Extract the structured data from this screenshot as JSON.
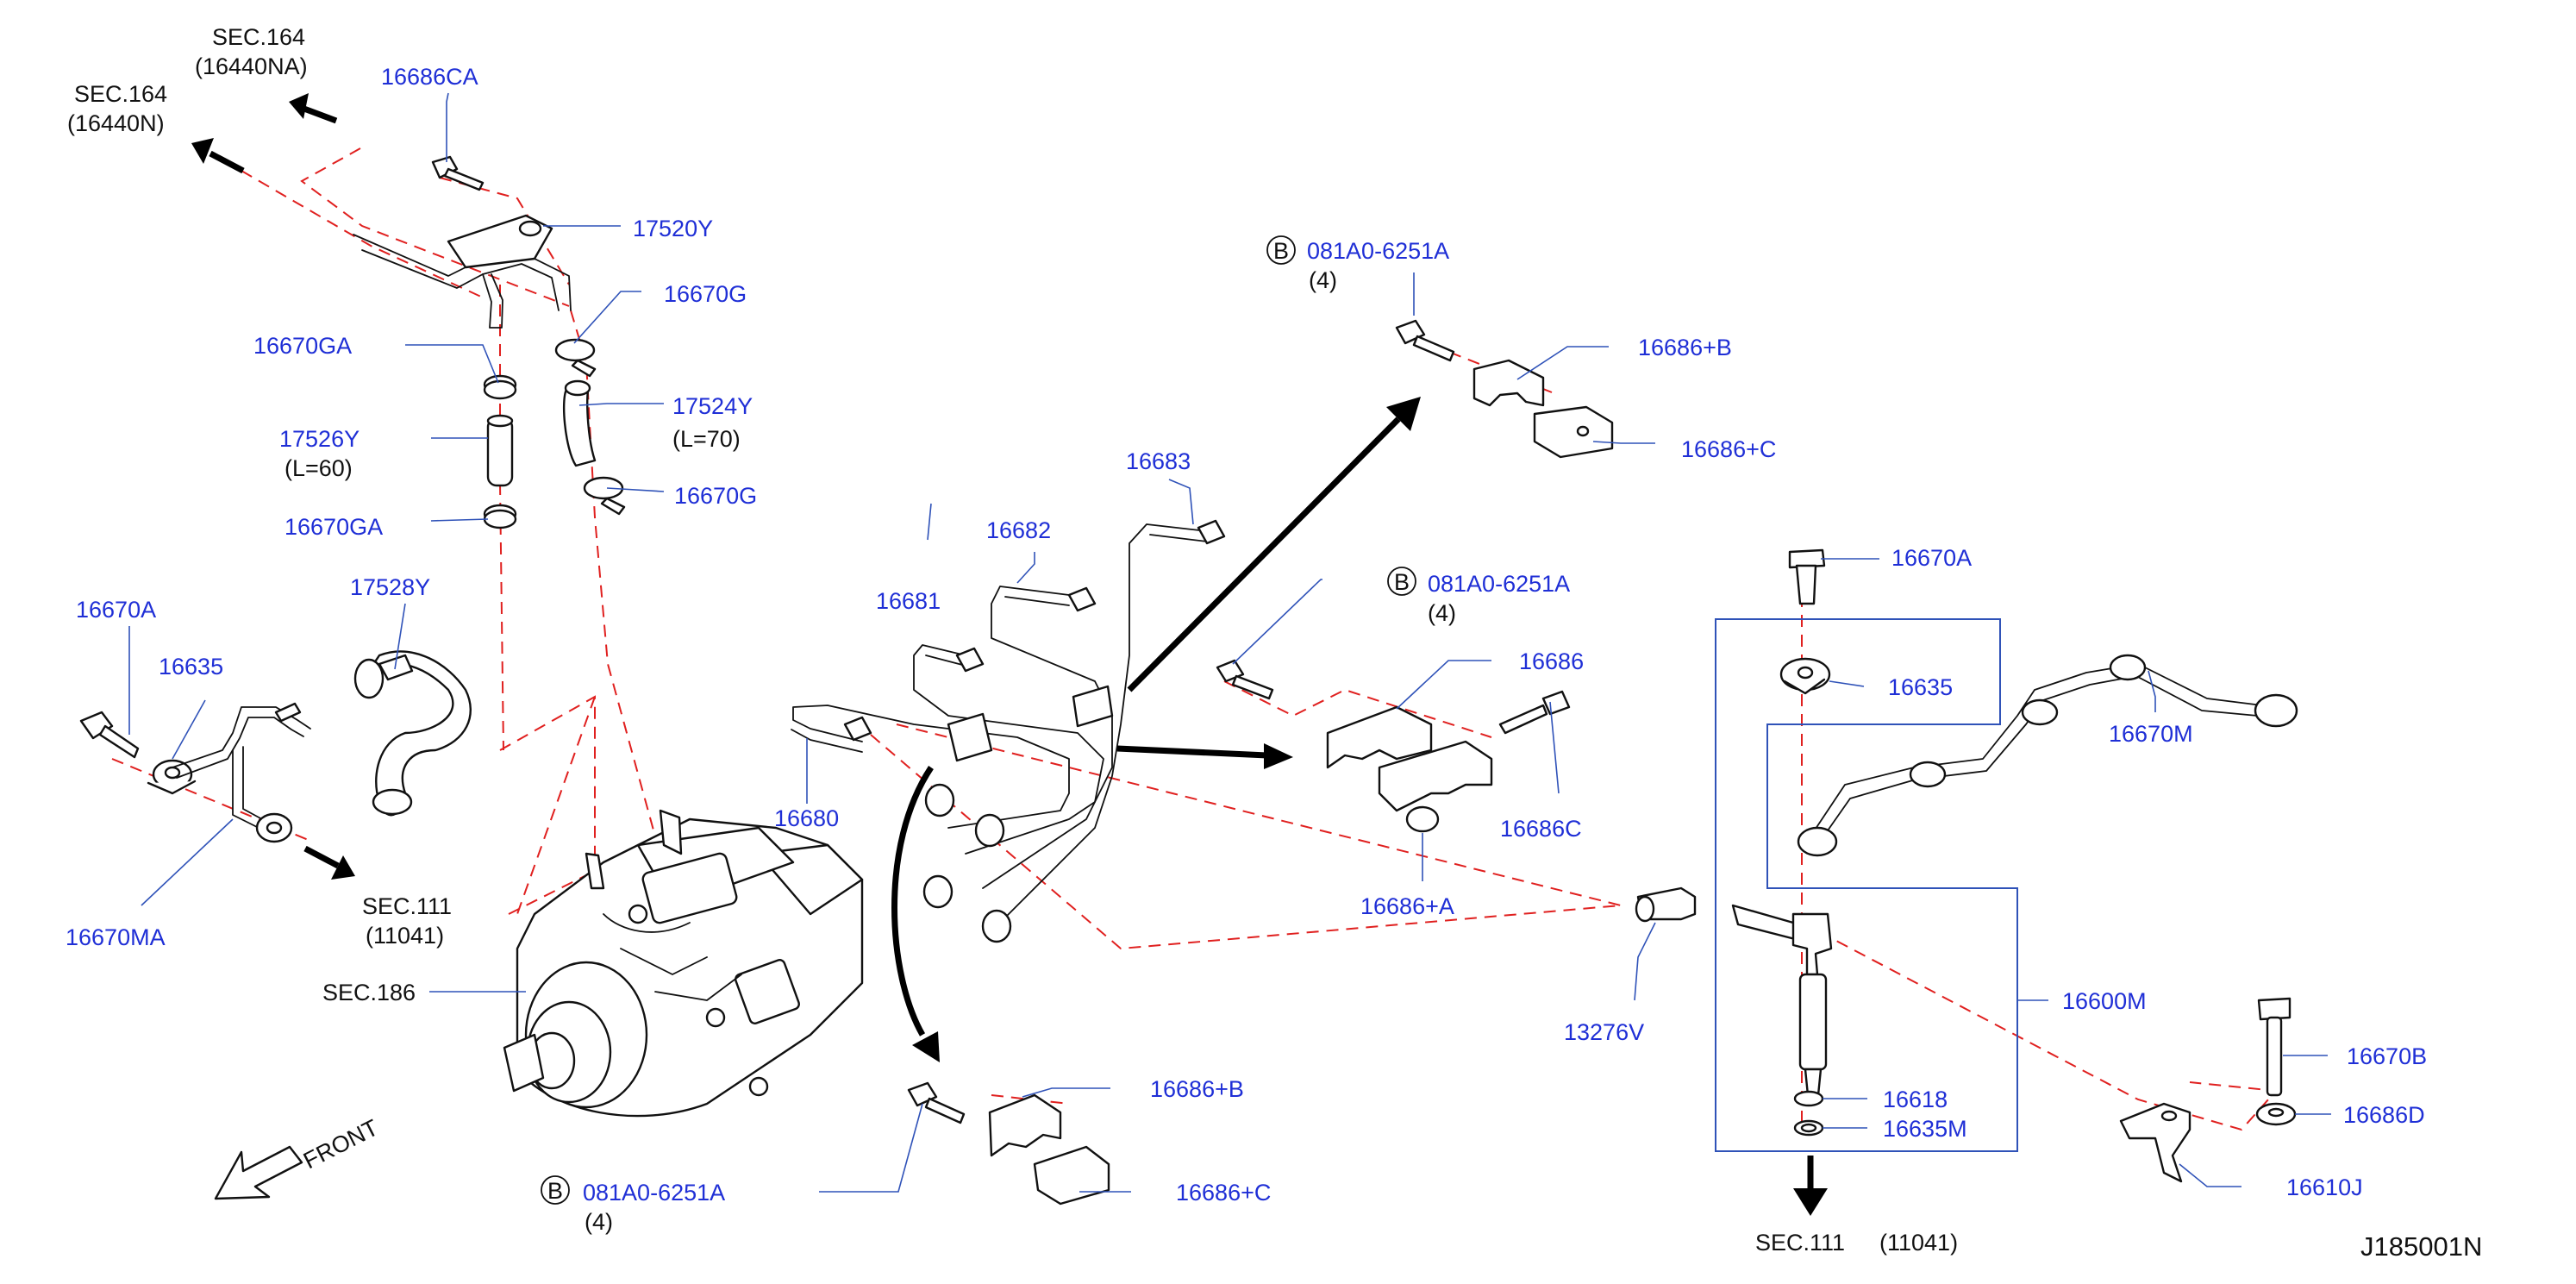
{
  "labels": {
    "sec164_a": "SEC.164",
    "sec164_a_code": "(16440NA)",
    "sec164_b": "SEC.164",
    "sec164_b_code": "(16440N)",
    "p16686CA": "16686CA",
    "p17520Y": "17520Y",
    "p16670G_top": "16670G",
    "p16670GA_top": "16670GA",
    "p17524Y": "17524Y",
    "l70": "(L=70)",
    "p17526Y": "17526Y",
    "l60": "(L=60)",
    "p16670G_bot": "16670G",
    "p16670GA_bot": "16670GA",
    "p16670A_left": "16670A",
    "p16635_left": "16635",
    "p17528Y": "17528Y",
    "sec111_left": "SEC.111",
    "sec111_left_code": "(11041)",
    "p16670MA": "16670MA",
    "sec186": "SEC.186",
    "front": "FRONT",
    "b_circle": "B",
    "bolt_bottom": "081A0-6251A",
    "qty_bottom": "(4)",
    "p16686B_bottom": "16686+B",
    "p16686C_bottom": "16686+C",
    "p16680": "16680",
    "p16681": "16681",
    "p16682": "16682",
    "p16683": "16683",
    "bolt_top": "081A0-6251A",
    "qty_top": "(4)",
    "p16686B_top": "16686+B",
    "p16686C_top": "16686+C",
    "bolt_mid": "081A0-6251A",
    "qty_mid": "(4)",
    "p16686": "16686",
    "p16686C_mid": "16686C",
    "p16686A": "16686+A",
    "p13276V": "13276V",
    "p16670A_right": "16670A",
    "p16635_right": "16635",
    "p16670M": "16670M",
    "p16600M": "16600M",
    "p16618": "16618",
    "p16635M": "16635M",
    "p16670B": "16670B",
    "p16686D": "16686D",
    "p16610J": "16610J",
    "sec111_right": "SEC.111",
    "sec111_right_code": "(11041)",
    "drawing_id": "J185001N"
  },
  "colors": {
    "part_number": "#1f2fd6",
    "leader_line": "#2f52b8",
    "phantom_line": "#e0201f",
    "line_art": "#111111"
  }
}
